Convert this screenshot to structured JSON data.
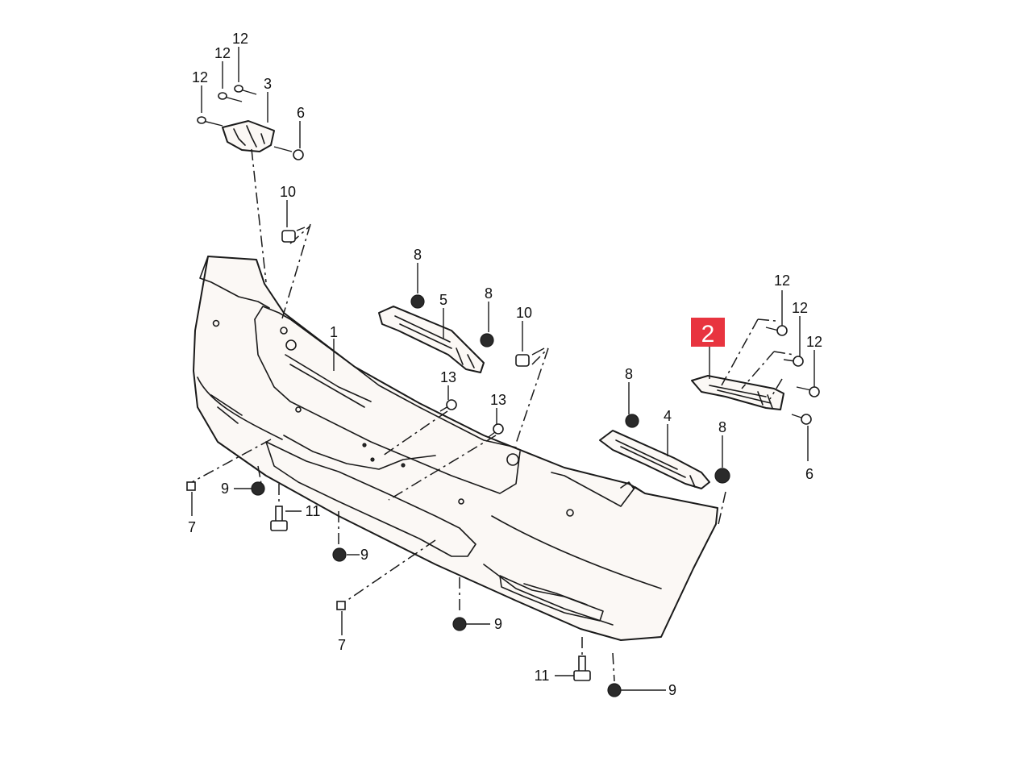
{
  "diagram": {
    "type": "exploded-parts-view",
    "highlight": {
      "label": "2",
      "color": "#e8343f"
    },
    "callouts": [
      {
        "id": "c12a",
        "text": "12"
      },
      {
        "id": "c12b",
        "text": "12"
      },
      {
        "id": "c12c",
        "text": "12"
      },
      {
        "id": "c3",
        "text": "3"
      },
      {
        "id": "c6a",
        "text": "6"
      },
      {
        "id": "c10a",
        "text": "10"
      },
      {
        "id": "c8a",
        "text": "8"
      },
      {
        "id": "c5",
        "text": "5"
      },
      {
        "id": "c8b",
        "text": "8"
      },
      {
        "id": "c10b",
        "text": "10"
      },
      {
        "id": "c1",
        "text": "1"
      },
      {
        "id": "c13a",
        "text": "13"
      },
      {
        "id": "c13b",
        "text": "13"
      },
      {
        "id": "c12d",
        "text": "12"
      },
      {
        "id": "c12e",
        "text": "12"
      },
      {
        "id": "c12f",
        "text": "12"
      },
      {
        "id": "c8c",
        "text": "8"
      },
      {
        "id": "c4",
        "text": "4"
      },
      {
        "id": "c8d",
        "text": "8"
      },
      {
        "id": "c6b",
        "text": "6"
      },
      {
        "id": "c9a",
        "text": "9"
      },
      {
        "id": "c7a",
        "text": "7"
      },
      {
        "id": "c11a",
        "text": "11"
      },
      {
        "id": "c9b",
        "text": "9"
      },
      {
        "id": "c7b",
        "text": "7"
      },
      {
        "id": "c9c",
        "text": "9"
      },
      {
        "id": "c11b",
        "text": "11"
      },
      {
        "id": "c9d",
        "text": "9"
      }
    ]
  }
}
